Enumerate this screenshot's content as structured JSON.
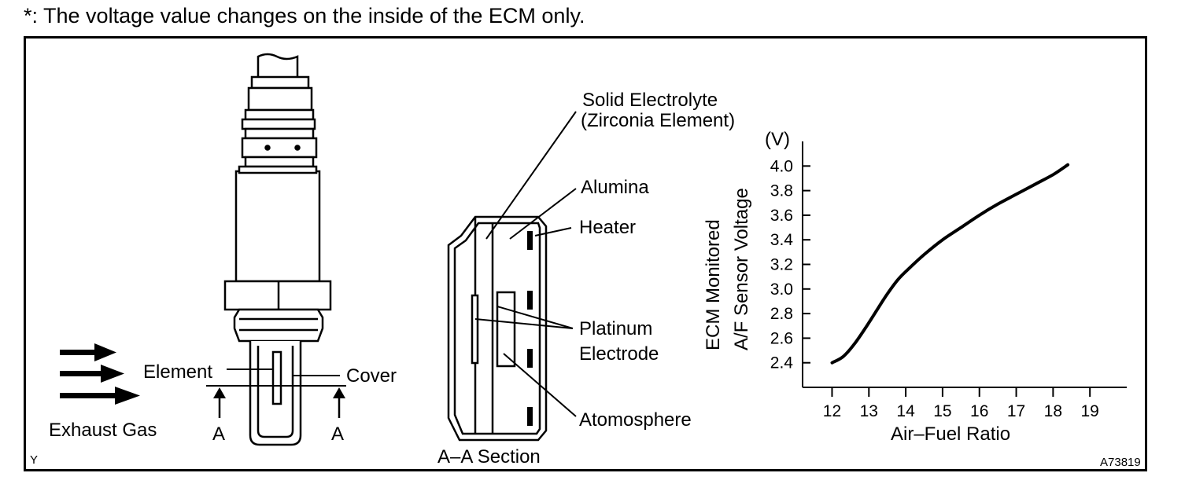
{
  "note": "*: The voltage value changes on the inside of the ECM only.",
  "sensor_labels": {
    "element": "Element",
    "cover": "Cover",
    "exhaust_gas": "Exhaust Gas",
    "section_mark_left": "A",
    "section_mark_right": "A"
  },
  "section_labels": {
    "solid_electrolyte_1": "Solid Electrolyte",
    "solid_electrolyte_2": "(Zirconia Element)",
    "alumina": "Alumina",
    "heater": "Heater",
    "platinum_1": "Platinum",
    "platinum_2": "Electrode",
    "atmosphere": "Atomosphere",
    "section_title": "A–A Section"
  },
  "corner_left": "Y",
  "corner_right": "A73819",
  "chart_data": {
    "type": "line",
    "unit_label": "(V)",
    "ylabel_line1": "ECM Monitored",
    "ylabel_line2": "A/F Sensor Voltage",
    "xlabel": "Air–Fuel Ratio",
    "xlim": [
      11.2,
      20
    ],
    "ylim": [
      2.2,
      4.2
    ],
    "x_ticks": [
      "12",
      "13",
      "14",
      "15",
      "16",
      "17",
      "18",
      "19"
    ],
    "y_ticks": [
      "2.4",
      "2.6",
      "2.8",
      "3.0",
      "3.2",
      "3.4",
      "3.6",
      "3.8",
      "4.0"
    ],
    "grid": false,
    "series": [
      {
        "x": [
          12.0,
          12.3,
          12.6,
          12.9,
          13.2,
          13.5,
          13.8,
          14.1,
          14.5,
          15.0,
          15.5,
          16.0,
          16.5,
          17.0,
          17.5,
          18.0,
          18.4
        ],
        "y": [
          2.4,
          2.45,
          2.55,
          2.68,
          2.82,
          2.96,
          3.08,
          3.17,
          3.28,
          3.4,
          3.5,
          3.6,
          3.69,
          3.77,
          3.85,
          3.93,
          4.01
        ]
      }
    ]
  }
}
